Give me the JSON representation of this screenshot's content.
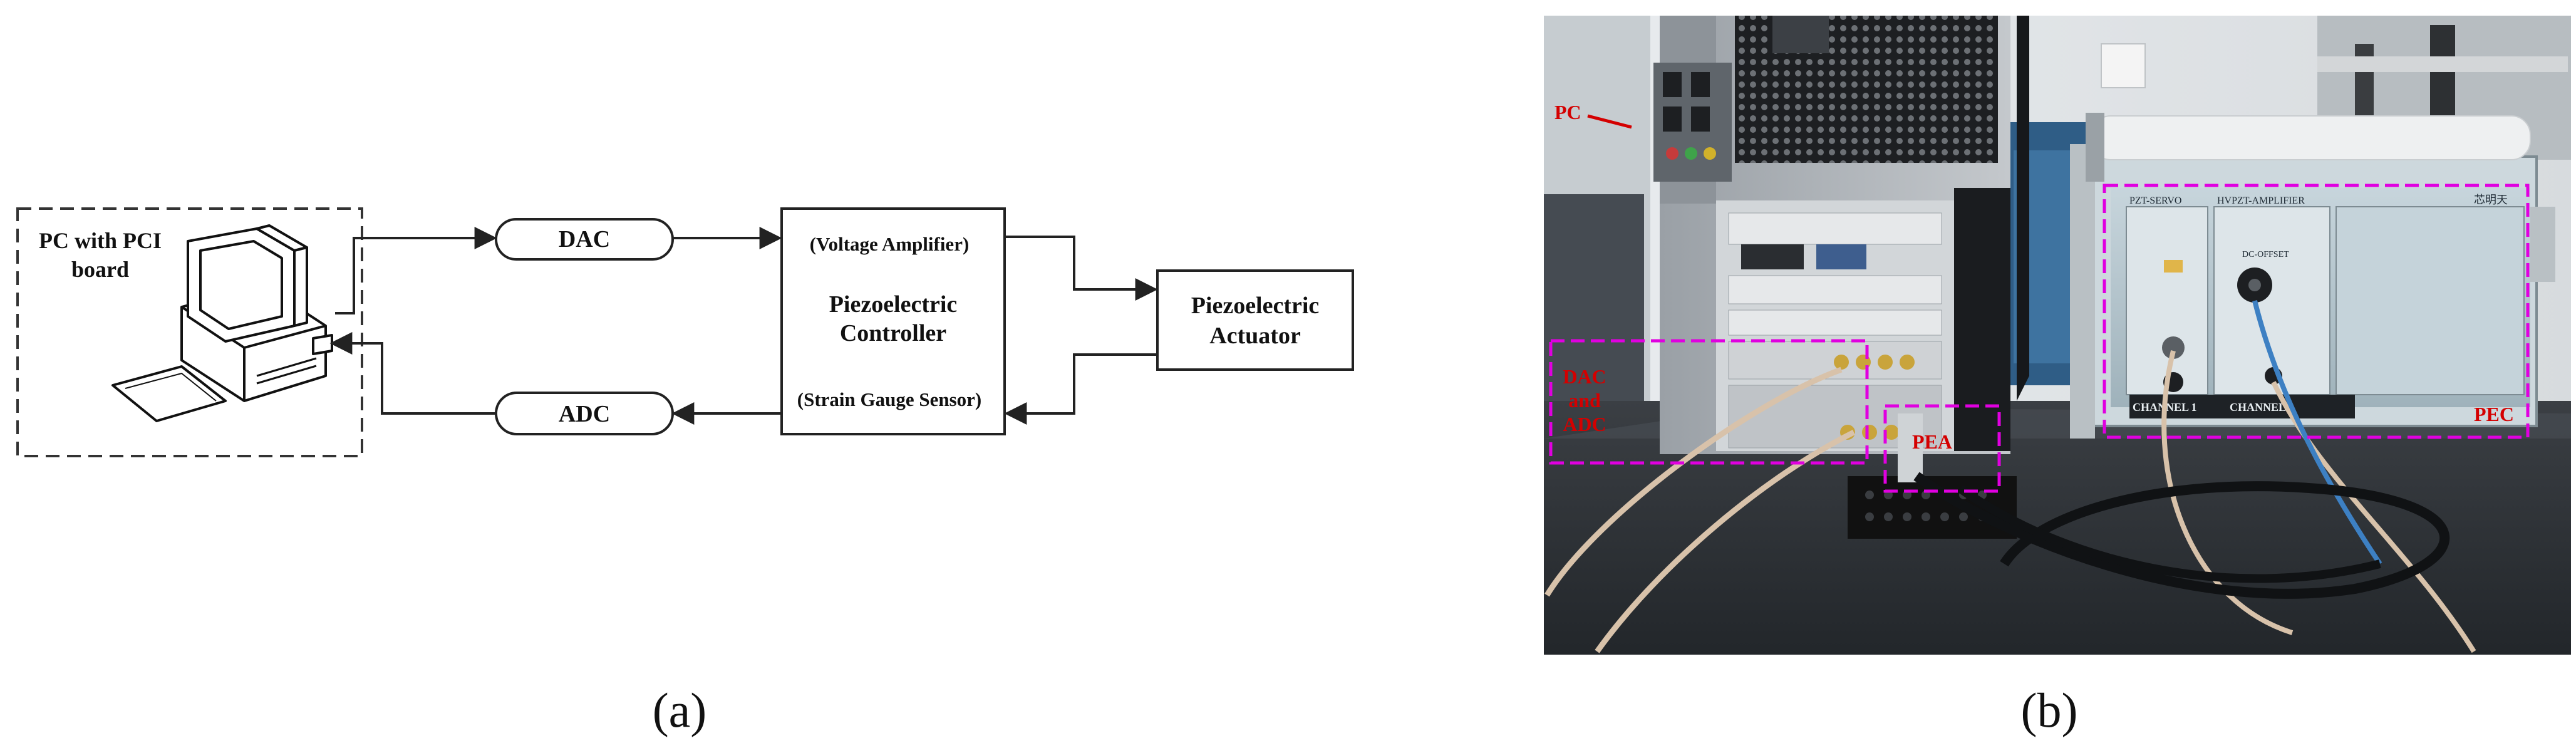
{
  "panel_a": {
    "caption": "(a)",
    "pc_label_line1": "PC with PCI",
    "pc_label_line2": "board",
    "dac_label": "DAC",
    "adc_label": "ADC",
    "controller": {
      "top_label": "(Voltage Amplifier)",
      "title_line1": "Piezoelectric",
      "title_line2": "Controller",
      "bottom_label": "(Strain Gauge Sensor)"
    },
    "actuator": {
      "title_line1": "Piezoelectric",
      "title_line2": "Actuator"
    },
    "icons": [
      "computer-icon"
    ]
  },
  "panel_b": {
    "caption": "(b)",
    "photo_labels": {
      "pc": "PC",
      "dac_line1": "DAC",
      "dac_line2": "and",
      "dac_line3": "ADC",
      "pea": "PEA",
      "pec": "PEC"
    },
    "device_texts": {
      "servo": "PZT-SERVO",
      "amplifier": "HVPZT-AMPLIFIER",
      "brand": "芯明天",
      "channel_left": "CHANNEL 1",
      "channel_right": "CHANNEL 1",
      "dc_offset": "DC-OFFSET"
    },
    "colors": {
      "annotation_box": "#e000e0",
      "annotation_text": "#d40000"
    }
  }
}
